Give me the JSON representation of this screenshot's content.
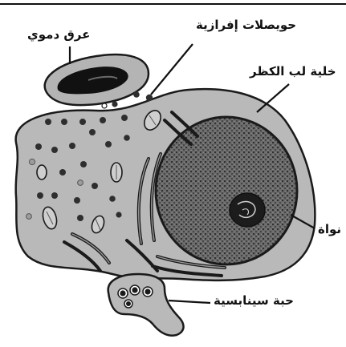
{
  "labels": {
    "capillary": "عرق دموي",
    "vesicles": "حويصلات إفرازية",
    "chromaffin_cell": "خلية لب الكظر",
    "nucleus": "نواة",
    "synaptic_knob": "حبة سينابسية"
  },
  "colors": {
    "cytoplasm": "#b9b9b9",
    "outline": "#1a1a1a",
    "nucleus_fill": "#5a5a5a",
    "granule": "#2e2e2e",
    "red_cell": "#111111"
  }
}
